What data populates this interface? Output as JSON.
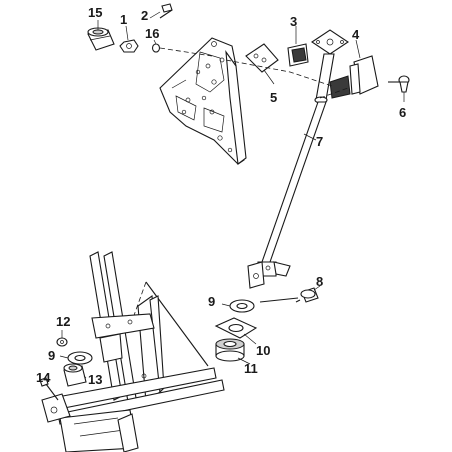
{
  "callouts": [
    {
      "id": "15",
      "text": "15"
    },
    {
      "id": "1",
      "text": "1"
    },
    {
      "id": "2",
      "text": "2"
    },
    {
      "id": "16",
      "text": "16"
    },
    {
      "id": "3",
      "text": "3"
    },
    {
      "id": "4",
      "text": "4"
    },
    {
      "id": "5",
      "text": "5"
    },
    {
      "id": "6",
      "text": "6"
    },
    {
      "id": "7",
      "text": "7"
    },
    {
      "id": "8",
      "text": "8"
    },
    {
      "id": "9a",
      "text": "9"
    },
    {
      "id": "10",
      "text": "10"
    },
    {
      "id": "11",
      "text": "11"
    },
    {
      "id": "12",
      "text": "12"
    },
    {
      "id": "9b",
      "text": "9"
    },
    {
      "id": "13",
      "text": "13"
    },
    {
      "id": "14",
      "text": "14"
    }
  ],
  "colors": {
    "line": "#1a1a1a",
    "fill_dark": "#3a3a3a",
    "fill_grey": "#cfcfcf",
    "background": "#ffffff"
  }
}
